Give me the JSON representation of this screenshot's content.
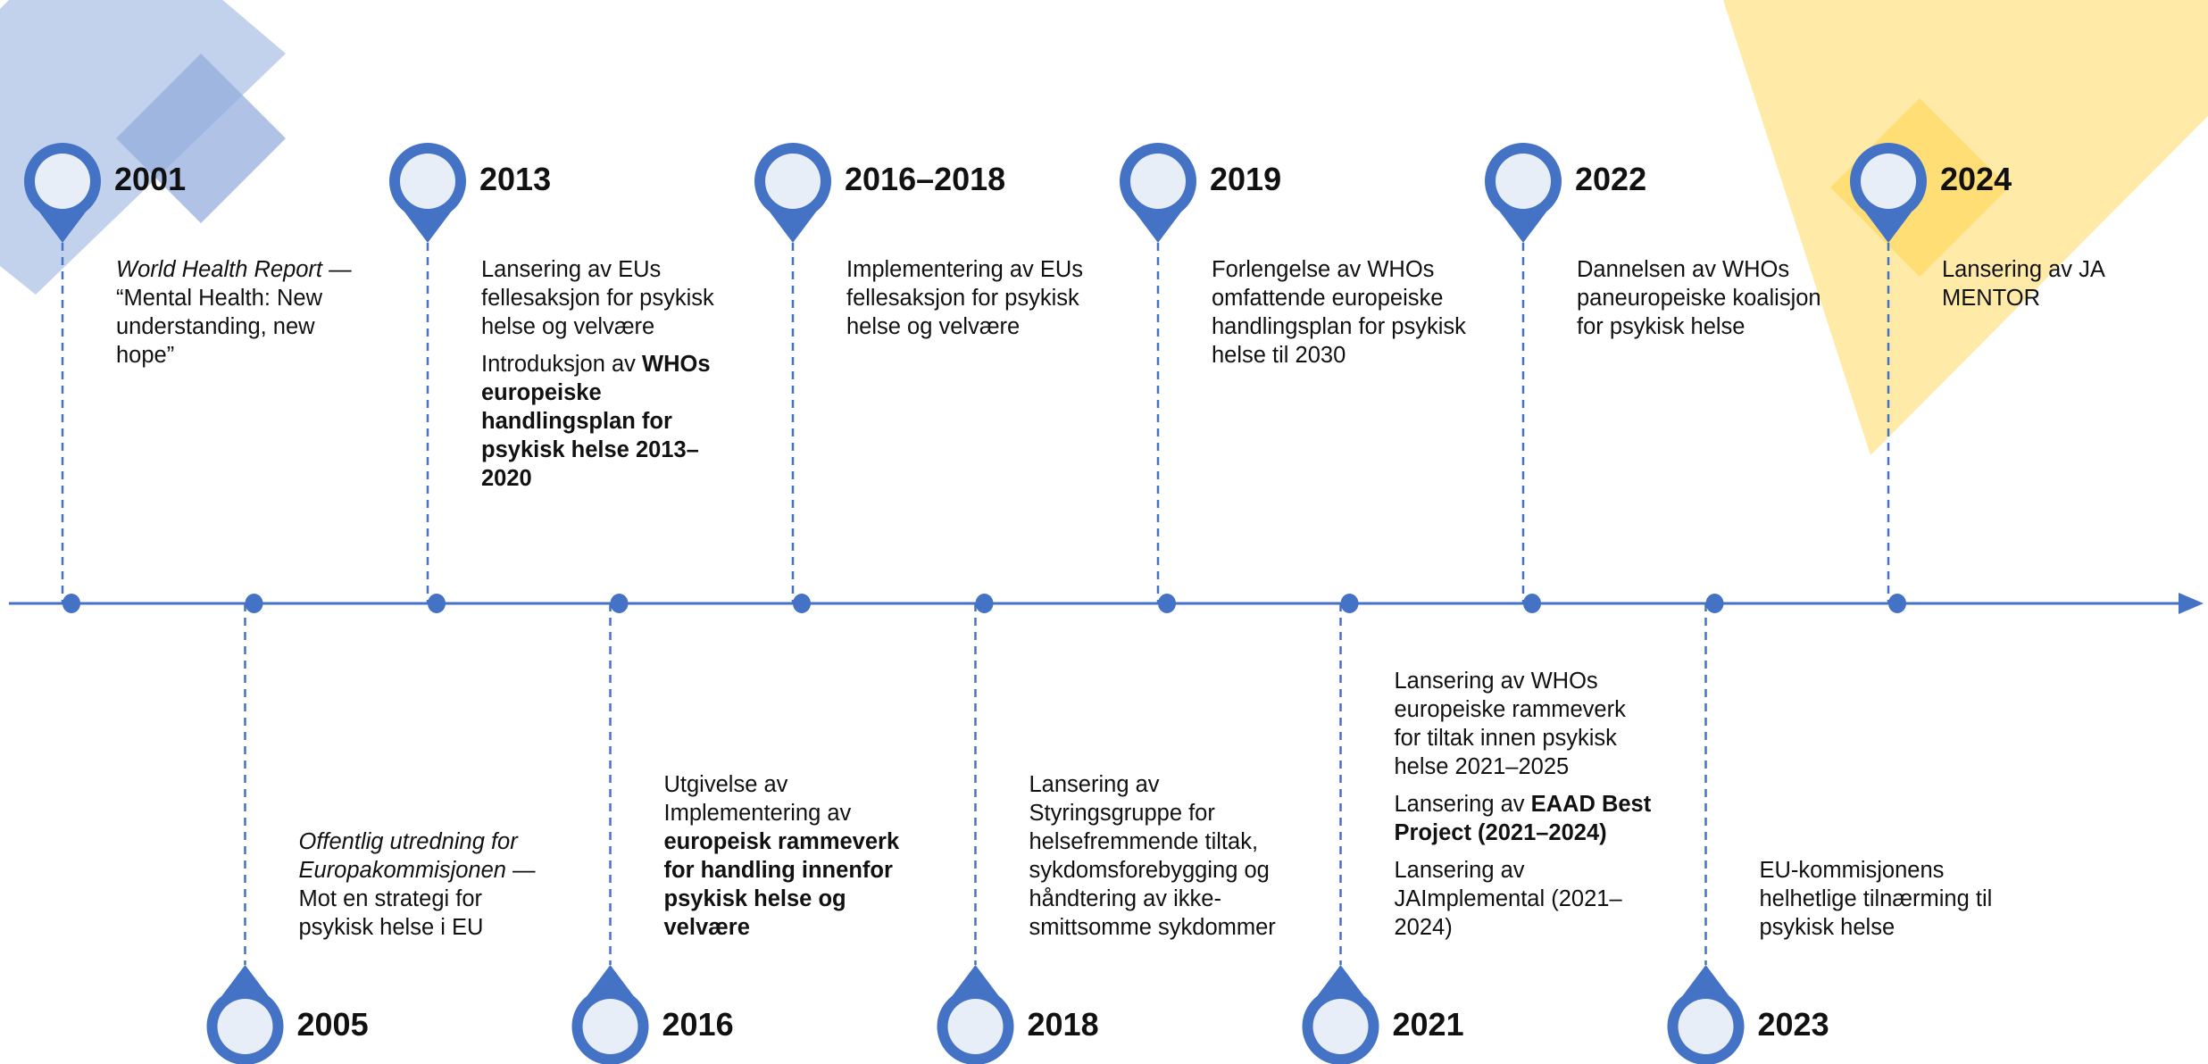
{
  "events": [
    {
      "year": "2001",
      "position": "top",
      "desc": [
        [
          {
            "t": "World Health Report",
            "s": "i"
          },
          {
            "t": " — “Mental Health: New understanding, new hope”"
          }
        ]
      ]
    },
    {
      "year": "2005",
      "position": "bottom",
      "desc": [
        [
          {
            "t": "Offentlig utredning for Europakommisjonen",
            "s": "i"
          },
          {
            "t": " — Mot en strategi for psykisk helse i EU"
          }
        ]
      ]
    },
    {
      "year": "2013",
      "position": "top",
      "desc": [
        [
          {
            "t": "Lansering av EUs fellesaksjon for psykisk helse og velvære"
          }
        ],
        [
          {
            "t": "Introduksjon av "
          },
          {
            "t": "WHOs europeiske handlingsplan for psykisk helse 2013–2020",
            "s": "b"
          }
        ]
      ]
    },
    {
      "year": "2016",
      "position": "bottom",
      "desc": [
        [
          {
            "t": "Utgivelse av Implementering av "
          },
          {
            "t": "europeisk rammeverk for handling innenfor psykisk helse og velvære",
            "s": "b"
          }
        ]
      ]
    },
    {
      "year": "2016–2018",
      "position": "top",
      "desc": [
        [
          {
            "t": "Implementering av EUs fellesaksjon for psykisk helse og velvære"
          }
        ]
      ]
    },
    {
      "year": "2018",
      "position": "bottom",
      "desc": [
        [
          {
            "t": "Lansering av Styringsgruppe for helsefremmende tiltak, sykdomsforebygging og håndtering av ikke-smittsomme sykdommer"
          }
        ]
      ]
    },
    {
      "year": "2019",
      "position": "top",
      "desc": [
        [
          {
            "t": "Forlengelse av WHOs omfattende europeiske handlingsplan for psykisk helse til 2030"
          }
        ]
      ]
    },
    {
      "year": "2021",
      "position": "bottom",
      "desc": [
        [
          {
            "t": "Lansering av WHOs europeiske rammeverk for tiltak innen psykisk helse 2021–2025"
          }
        ],
        [
          {
            "t": "Lansering av "
          },
          {
            "t": "EAAD Best Project (2021–2024)",
            "s": "b"
          }
        ],
        [
          {
            "t": "Lansering av JAImplemental (2021–2024)"
          }
        ]
      ]
    },
    {
      "year": "2022",
      "position": "top",
      "desc": [
        [
          {
            "t": "Dannelsen av WHOs paneuropeiske koalisjon for psykisk helse"
          }
        ]
      ]
    },
    {
      "year": "2023",
      "position": "bottom",
      "desc": [
        [
          {
            "t": "EU-kommisjonens helhetlige tilnærming til psykisk helse"
          }
        ]
      ]
    },
    {
      "year": "2024",
      "position": "top",
      "desc": [
        [
          {
            "t": "Lansering av JA MENTOR"
          }
        ]
      ]
    }
  ],
  "colors": {
    "line": "#4472C4",
    "pin_fill": "#E8EEF8",
    "deco_blue": "#B4C7E7",
    "deco_blue_dark": "#8FAADC",
    "deco_yellow": "#FFE699",
    "deco_yellow_dark": "#FFD966"
  }
}
